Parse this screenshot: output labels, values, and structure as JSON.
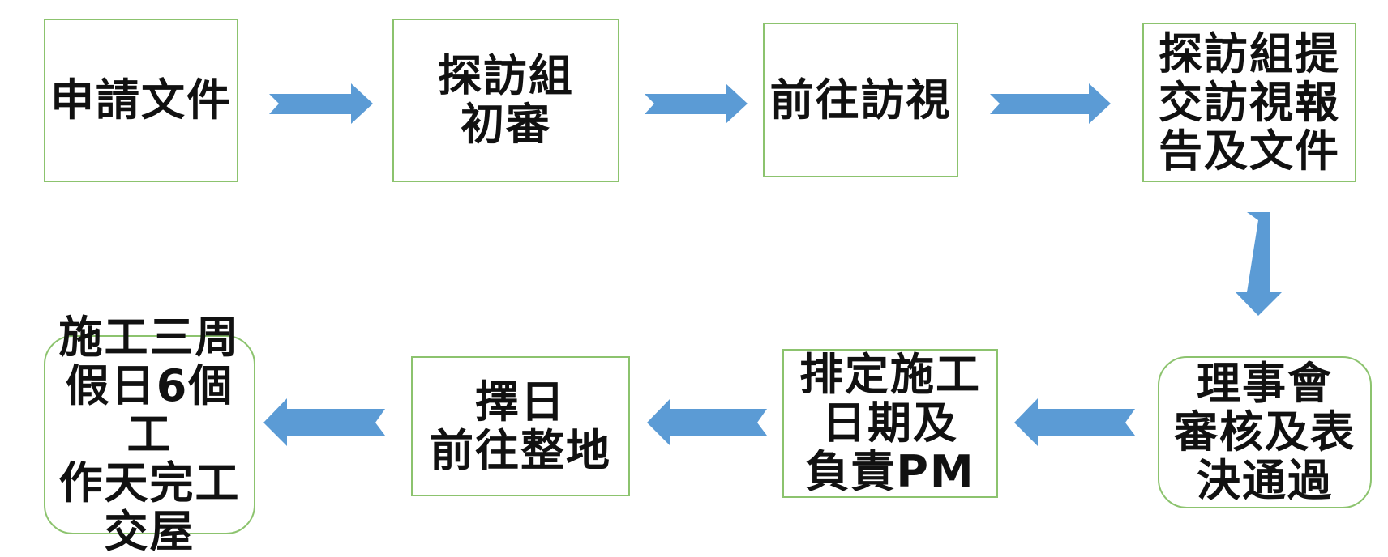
{
  "flowchart": {
    "steps": [
      {
        "id": "step1",
        "label": "申請文件"
      },
      {
        "id": "step2",
        "label": "探訪組\n初審"
      },
      {
        "id": "step3",
        "label": "前往訪視"
      },
      {
        "id": "step4",
        "label": "探訪組提\n交訪視報\n告及文件"
      },
      {
        "id": "step5",
        "label": "理事會\n審核及表\n決通過"
      },
      {
        "id": "step6",
        "label": "排定施工\n日期及\n負責PM"
      },
      {
        "id": "step7",
        "label": "擇日\n前往整地"
      },
      {
        "id": "step8",
        "label": "施工三周\n假日6個工\n作天完工\n交屋"
      }
    ],
    "colors": {
      "box_border": "#8cc36e",
      "arrow_fill": "#5b9bd5",
      "text": "#111111"
    }
  }
}
